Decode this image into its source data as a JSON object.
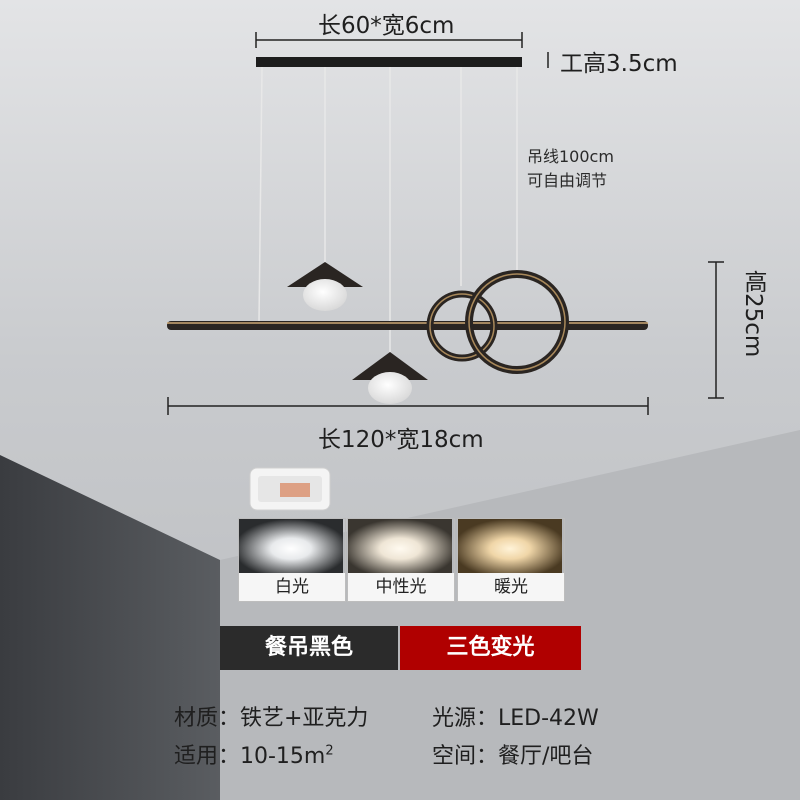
{
  "dimensions": {
    "canopy": "长60*宽6cm",
    "canopy_height": "工高3.5cm",
    "wire_line1": "吊线100cm",
    "wire_line2": "可自由调节",
    "body": "长120*宽18cm",
    "body_height": "高25cm"
  },
  "light_colors": [
    {
      "label": "白光"
    },
    {
      "label": "中性光"
    },
    {
      "label": "暖光"
    }
  ],
  "tags": {
    "finish": "餐吊黑色",
    "color_mode": "三色变光"
  },
  "specs": {
    "material": "材质：铁艺+亚克力",
    "source": "光源：LED-42W",
    "area_prefix": "适用：10-15m",
    "area_sup": "2",
    "space": "空间：餐厅/吧台"
  },
  "colors": {
    "finish_tag": "#2b2b2b",
    "color_mode_tag": "#b00000",
    "fixture": "#2a2522",
    "ring_accent": "#c9a26a"
  }
}
